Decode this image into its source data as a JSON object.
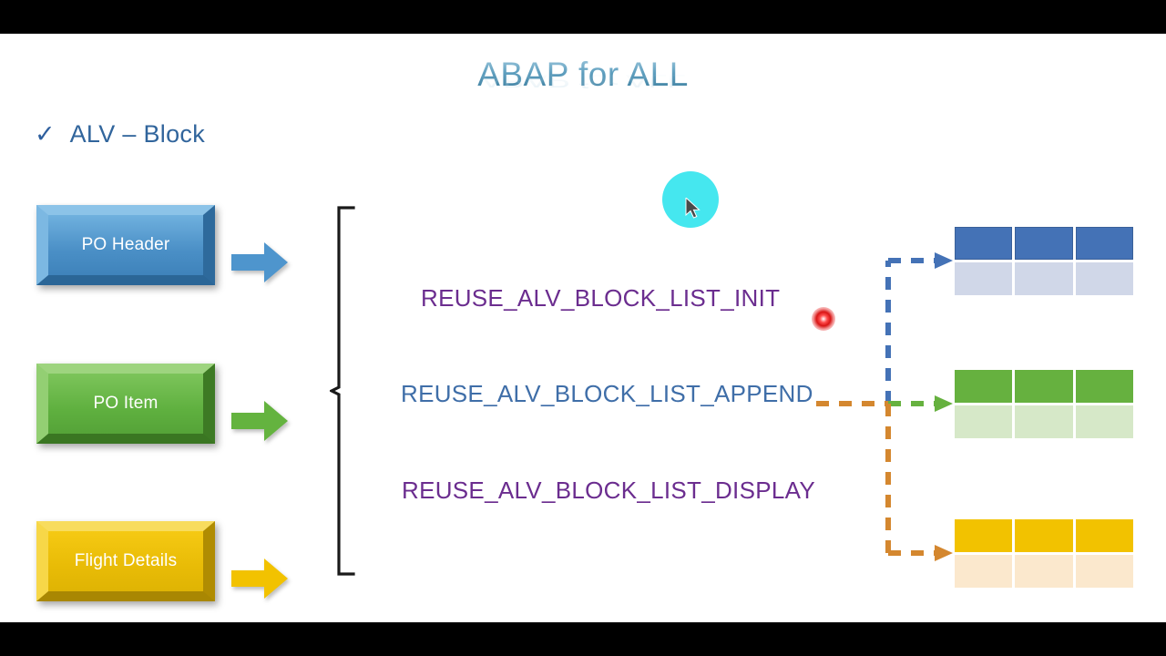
{
  "slide": {
    "title": "ABAP for ALL",
    "subtitle": "ALV – Block",
    "check_glyph": "✓"
  },
  "sources": [
    {
      "label": "PO Header",
      "color": "#4a8fc6",
      "arrow_color": "#4e95cd"
    },
    {
      "label": "PO Item",
      "color": "#5fb03f",
      "arrow_color": "#64b33f"
    },
    {
      "label": "Flight Details",
      "color": "#e8bb06",
      "arrow_color": "#f2c200"
    }
  ],
  "functions": [
    {
      "name": "REUSE_ALV_BLOCK_LIST_INIT",
      "color": "#6b2d8f"
    },
    {
      "name": "REUSE_ALV_BLOCK_LIST_APPEND",
      "color": "#3f6ea8"
    },
    {
      "name": "REUSE_ALV_BLOCK_LIST_DISPLAY",
      "color": "#6b2d8f"
    }
  ],
  "tables": [
    {
      "name": "blue-output-table",
      "header_color": "#4472b6",
      "body_color": "#d0d7e8",
      "columns": 3,
      "rows": 2
    },
    {
      "name": "green-output-table",
      "header_color": "#66b13f",
      "body_color": "#d6e8c8",
      "columns": 3,
      "rows": 2
    },
    {
      "name": "yellow-output-table",
      "header_color": "#f2c200",
      "body_color": "#fbe8cd",
      "columns": 3,
      "rows": 2
    }
  ],
  "connectors": [
    {
      "name": "append-to-blue-table",
      "color": "#4472b6",
      "style": "dashed"
    },
    {
      "name": "append-to-green-table",
      "color": "#66b13f",
      "style": "dashed"
    },
    {
      "name": "append-to-yellow-table",
      "color": "#d4872f",
      "style": "dashed"
    }
  ],
  "overlay": {
    "cursor_highlight_color": "#45e7ef",
    "click_dot_color": "#d81515"
  }
}
